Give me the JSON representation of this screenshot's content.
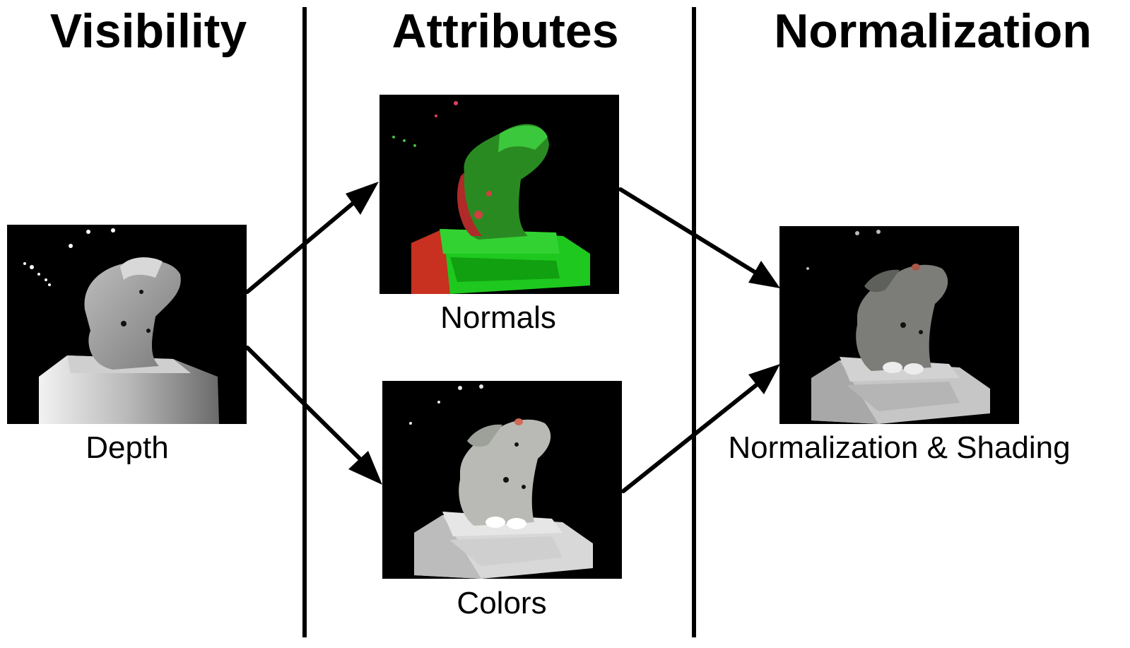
{
  "stages": {
    "visibility": "Visibility",
    "attributes": "Attributes",
    "normalization": "Normalization"
  },
  "captions": {
    "depth": "Depth",
    "normals": "Normals",
    "colors": "Colors",
    "shading": "Normalization & Shading"
  }
}
